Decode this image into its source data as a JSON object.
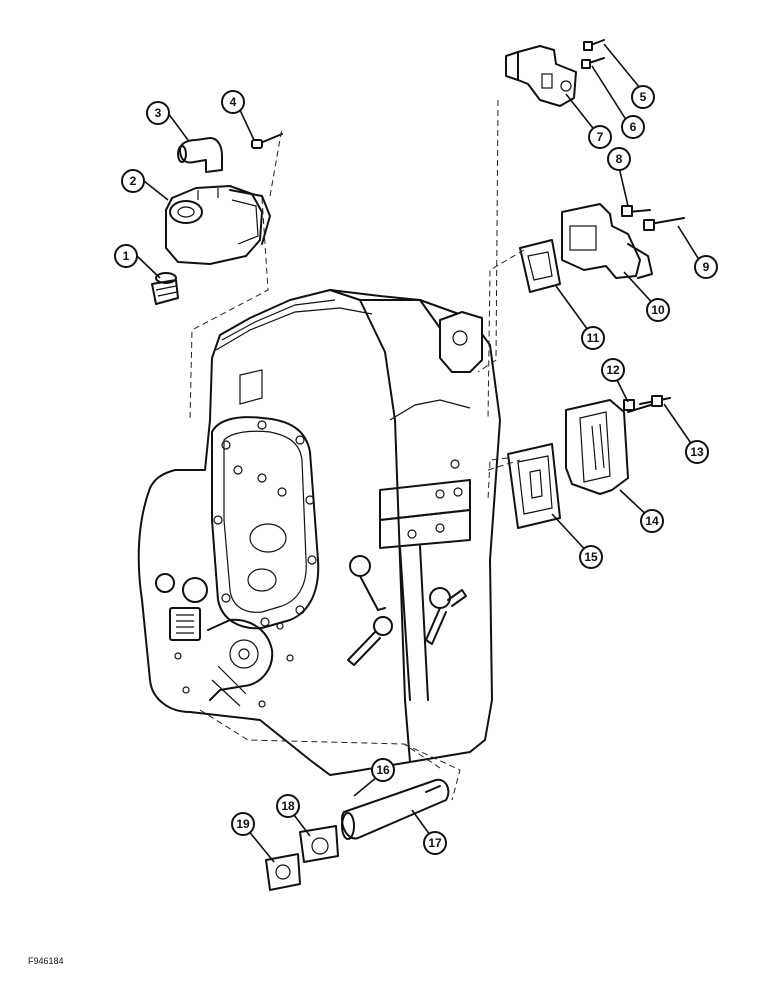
{
  "figure_id": "F946184",
  "callouts": [
    "1",
    "2",
    "3",
    "4",
    "5",
    "6",
    "7",
    "8",
    "9",
    "10",
    "11",
    "12",
    "13",
    "14",
    "15",
    "16",
    "17",
    "18",
    "19"
  ]
}
